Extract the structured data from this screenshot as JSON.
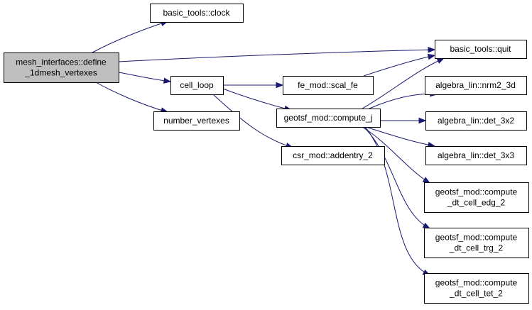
{
  "diagram": {
    "type": "call-graph",
    "nodes": [
      {
        "id": "root",
        "lines": [
          "mesh_interfaces::define",
          "_1dmesh_vertexes"
        ],
        "highlighted": true
      },
      {
        "id": "clock",
        "lines": [
          "basic_tools::clock"
        ]
      },
      {
        "id": "quit",
        "lines": [
          "basic_tools::quit"
        ]
      },
      {
        "id": "cell_loop",
        "lines": [
          "cell_loop"
        ]
      },
      {
        "id": "number_vertexes",
        "lines": [
          "number_vertexes"
        ]
      },
      {
        "id": "scal_fe",
        "lines": [
          "fe_mod::scal_fe"
        ]
      },
      {
        "id": "compute_j",
        "lines": [
          "geotsf_mod::compute_j"
        ]
      },
      {
        "id": "addentry_2",
        "lines": [
          "csr_mod::addentry_2"
        ]
      },
      {
        "id": "nrm2_3d",
        "lines": [
          "algebra_lin::nrm2_3d"
        ]
      },
      {
        "id": "det_3x2",
        "lines": [
          "algebra_lin::det_3x2"
        ]
      },
      {
        "id": "det_3x3",
        "lines": [
          "algebra_lin::det_3x3"
        ]
      },
      {
        "id": "edg_2",
        "lines": [
          "geotsf_mod::compute",
          "_dt_cell_edg_2"
        ]
      },
      {
        "id": "trg_2",
        "lines": [
          "geotsf_mod::compute",
          "_dt_cell_trg_2"
        ]
      },
      {
        "id": "tet_2",
        "lines": [
          "geotsf_mod::compute",
          "_dt_cell_tet_2"
        ]
      }
    ],
    "edges": [
      {
        "from": "root",
        "to": "clock"
      },
      {
        "from": "root",
        "to": "quit"
      },
      {
        "from": "root",
        "to": "cell_loop"
      },
      {
        "from": "root",
        "to": "number_vertexes"
      },
      {
        "from": "cell_loop",
        "to": "scal_fe"
      },
      {
        "from": "cell_loop",
        "to": "compute_j"
      },
      {
        "from": "cell_loop",
        "to": "addentry_2"
      },
      {
        "from": "scal_fe",
        "to": "quit"
      },
      {
        "from": "compute_j",
        "to": "quit"
      },
      {
        "from": "compute_j",
        "to": "nrm2_3d"
      },
      {
        "from": "compute_j",
        "to": "det_3x2"
      },
      {
        "from": "compute_j",
        "to": "det_3x3"
      },
      {
        "from": "compute_j",
        "to": "edg_2"
      },
      {
        "from": "compute_j",
        "to": "trg_2"
      },
      {
        "from": "compute_j",
        "to": "tet_2"
      }
    ],
    "colors": {
      "edge": "#191970",
      "node_border": "#000000",
      "highlight_fill": "#bfbfbf",
      "node_fill": "#ffffff"
    }
  }
}
